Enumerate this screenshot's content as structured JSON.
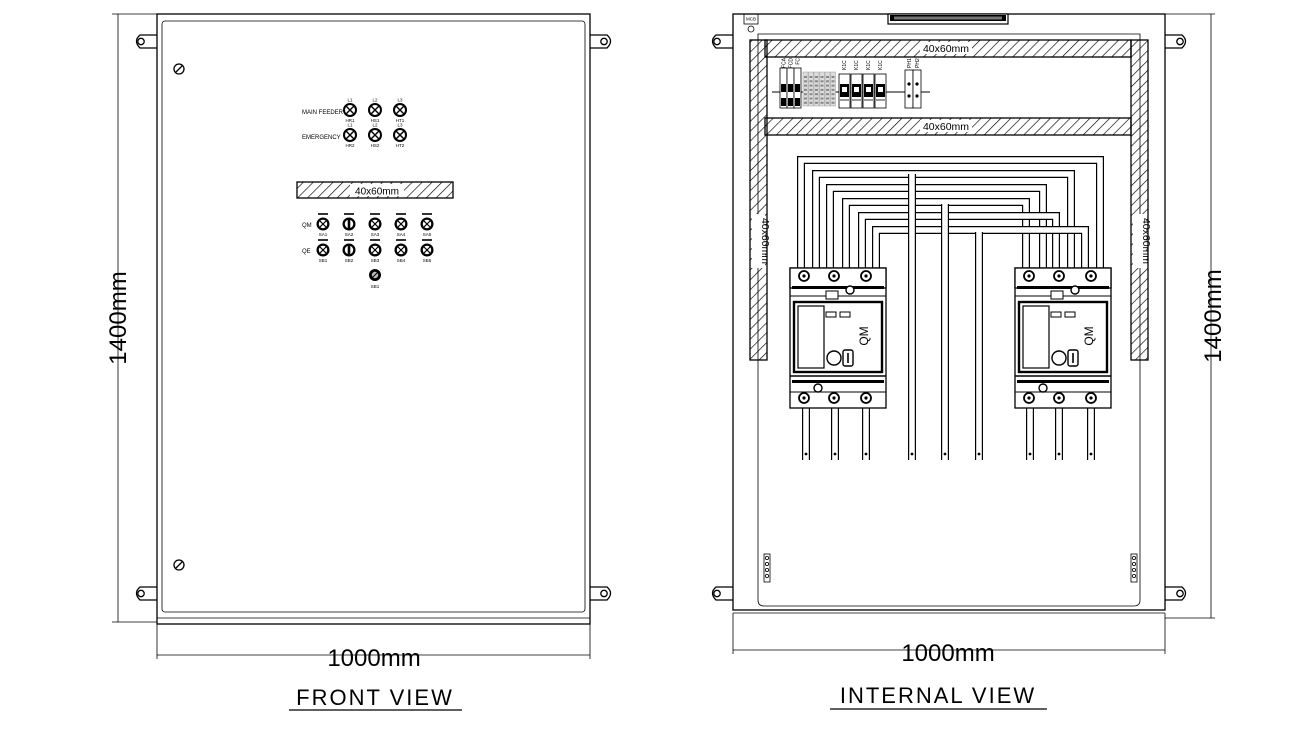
{
  "front_view": {
    "title": "FRONT VIEW",
    "width_label": "1000mm",
    "height_label": "1400mm",
    "row_main_label": "MAIN FEEDER",
    "row_emerg_label": "EMERGENCY",
    "lamp_top_labels": [
      "L1",
      "L2",
      "L3"
    ],
    "lamp_main_codes": [
      "HR1",
      "HS1",
      "HT1"
    ],
    "lamp_emerg_codes": [
      "HR2",
      "HS2",
      "HT2"
    ],
    "label_strip": "40x60mm",
    "switch_row1_label": "QM",
    "switch_row2_label": "QE",
    "switch_row1_codes": [
      "SA1",
      "SA2",
      "SA3",
      "SA4",
      "SA5"
    ],
    "switch_row2_codes": [
      "SB1",
      "SB2",
      "SB3",
      "SB4",
      "SB5"
    ],
    "pushbutton_code": "SB1"
  },
  "internal_view": {
    "title": "INTERNAL VIEW",
    "width_label": "1000mm",
    "height_label": "1400mm",
    "duct_labels": [
      "40x60mm",
      "40x60mm",
      "40x60mm",
      "40x60mm"
    ],
    "breaker_label": "QM",
    "corner_tag": "MCB",
    "din_labels": [
      "FCA",
      "FCD",
      "FC",
      "K1C",
      "K1C",
      "K1C",
      "K1C",
      "PH1",
      "PH2"
    ]
  }
}
